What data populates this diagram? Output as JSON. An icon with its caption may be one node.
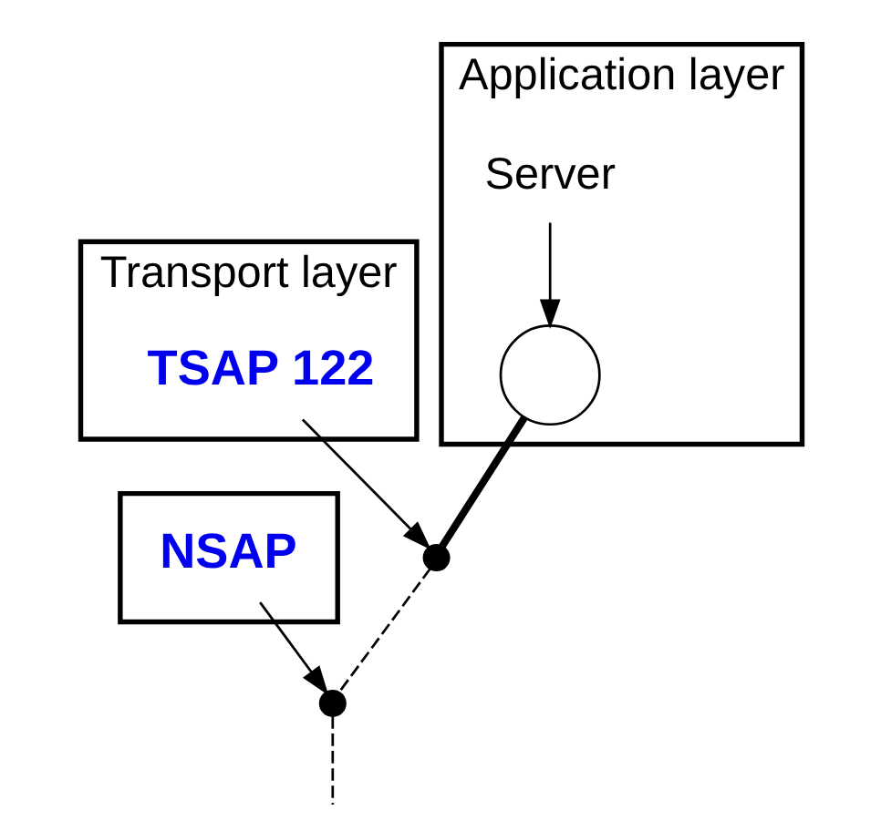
{
  "diagram": {
    "nodes": [
      {
        "text": [
          "Application layer"
        ]
      },
      {
        "text": [],
        "shape": "circle",
        "in": 0
      },
      {
        "text": [
          "Server"
        ],
        "in": 0
      },
      {
        "text": [
          "Transport layer"
        ]
      },
      {
        "text": [],
        "shape": "dot"
      },
      {
        "text": [
          "TSAP 122"
        ],
        "in": 3
      },
      {
        "text": [],
        "shape": "box"
      },
      {
        "text": [],
        "shape": "dot"
      },
      {
        "text": [
          "NSAP"
        ],
        "in": 6
      }
    ],
    "edges": [
      {
        "from": 2,
        "to": 1,
        "arrow": "to"
      },
      {
        "from": 1,
        "to": 4,
        "arrow": "none",
        "style": "thick"
      },
      {
        "from": 5,
        "to": 4,
        "arrow": "to"
      },
      {
        "from": 4,
        "to": 7,
        "arrow": "none",
        "style": "dashed"
      },
      {
        "from": 8,
        "to": 7,
        "arrow": "to"
      },
      {
        "from": 7,
        "to": null,
        "arrow": "none",
        "style": "dashed"
      }
    ]
  }
}
